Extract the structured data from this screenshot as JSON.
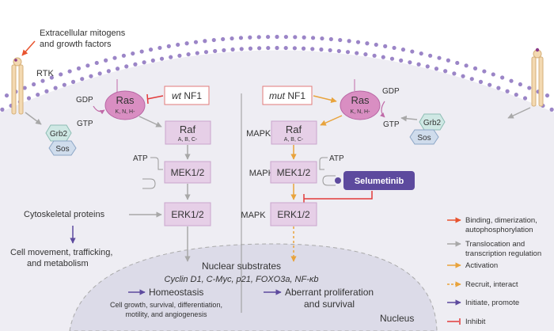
{
  "mitogens": {
    "line1": "Extracellular mitogens",
    "line2": "and growth factors"
  },
  "rtk": "RTK",
  "left": {
    "gdp": "GDP",
    "gtp": "GTP",
    "ras": "Ras",
    "ras_sub": "K, N, H-",
    "nf1_prefix": "wt",
    "nf1": "NF1",
    "grb2": "Grb2",
    "sos": "Sos",
    "raf": "Raf",
    "raf_sub": "A, B, C-",
    "atp": "ATP",
    "mek": "MEK1/2",
    "erk": "ERK1/2"
  },
  "right": {
    "gdp": "GDP",
    "gtp": "GTP",
    "ras": "Ras",
    "ras_sub": "K, N, H-",
    "nf1_prefix": "mut",
    "nf1": "NF1",
    "grb2": "Grb2",
    "sos": "Sos",
    "raf": "Raf",
    "raf_sub": "A, B, C-",
    "atp": "ATP",
    "mek": "MEK1/2",
    "erk": "ERK1/2",
    "drug": "Selumetinib"
  },
  "tiers": {
    "mapkkk": "MAPKKK",
    "mapkk": "MAPKK",
    "mapk": "MAPK"
  },
  "cytoskeletal": "Cytoskeletal proteins",
  "cell_movement": {
    "line1": "Cell movement, trafficking,",
    "line2": "and metabolism"
  },
  "nucleus": {
    "substrates": "Nuclear substrates",
    "substrate_list": "Cyclin D1, C-Myc, p21, FOXO3a, NF-κb",
    "homeostasis": "Homeostasis",
    "homeo_detail1": "Cell growth, survival, differentiation,",
    "homeo_detail2": "motility, and angiogenesis",
    "aberrant1": "Aberrant proliferation",
    "aberrant2": "and survival",
    "label": "Nucleus"
  },
  "legend": [
    {
      "lines": [
        "Binding, dimerization,",
        "autophosphorylation"
      ],
      "color": "#e8532e",
      "style": "arrow"
    },
    {
      "lines": [
        "Translocation and",
        "transcription regulation"
      ],
      "color": "#a8a8a8",
      "style": "arrow"
    },
    {
      "lines": [
        "Activation"
      ],
      "color": "#e8a33c",
      "style": "arrow"
    },
    {
      "lines": [
        "Recruit, interact"
      ],
      "color": "#e8a33c",
      "style": "dashed"
    },
    {
      "lines": [
        "Initiate, promote"
      ],
      "color": "#5d4a9e",
      "style": "arrow"
    },
    {
      "lines": [
        "Inhibit"
      ],
      "color": "#e23b3b",
      "style": "inhibit"
    }
  ],
  "colors": {
    "membrane": "#9b85c7",
    "box_fill": "#e6cfe7",
    "box_stroke": "#c9a5cc",
    "ras_fill": "#d98ec2",
    "nf1_stroke": "#e27a7a",
    "drug_fill": "#5d4a9e",
    "grb2_fill": "#cfe8e4",
    "sos_fill": "#cfdcec"
  }
}
